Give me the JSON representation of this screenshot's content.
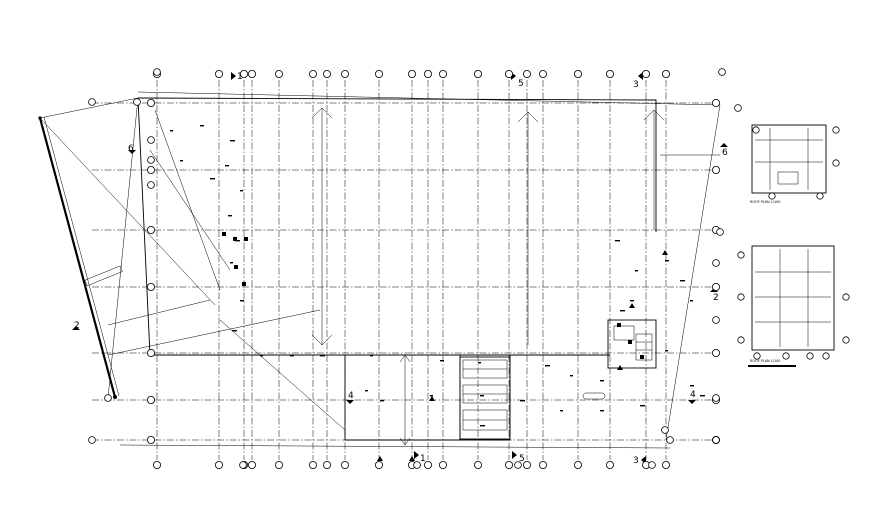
{
  "section_marks": {
    "top_center": "5",
    "top_right": "3",
    "top_left": "1",
    "right_upper": "6",
    "left_upper": "6",
    "left_lower": "2",
    "right_middle": "2",
    "left_bottom": "4",
    "right_bottom": "4",
    "bottom_right": "3",
    "bottom_center": "5",
    "bottom_left": "1"
  },
  "detail_titles": {
    "detail_1": "ROOF PLAN 1/100",
    "detail_2": "ROOF PLAN 1/100"
  },
  "colors": {
    "ink": "#000000",
    "paper": "#ffffff"
  }
}
